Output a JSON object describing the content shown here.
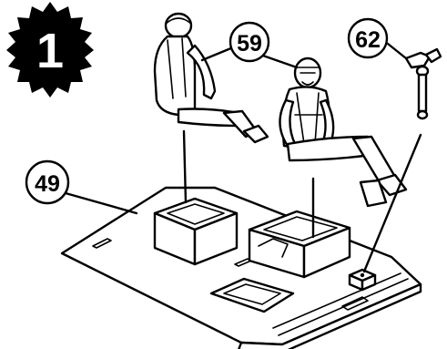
{
  "step": {
    "number": "1",
    "badge_color": "#000000",
    "numeral_color": "#ffffff"
  },
  "callouts": [
    {
      "id": "pilot",
      "label": "59",
      "icon": "seated-figure-icon"
    },
    {
      "id": "control-stick",
      "label": "62",
      "icon": "control-stick-icon"
    },
    {
      "id": "cockpit-floor",
      "label": "49",
      "icon": "cockpit-floor-icon"
    }
  ],
  "colors": {
    "ink": "#000000",
    "paper": "#ffffff"
  }
}
